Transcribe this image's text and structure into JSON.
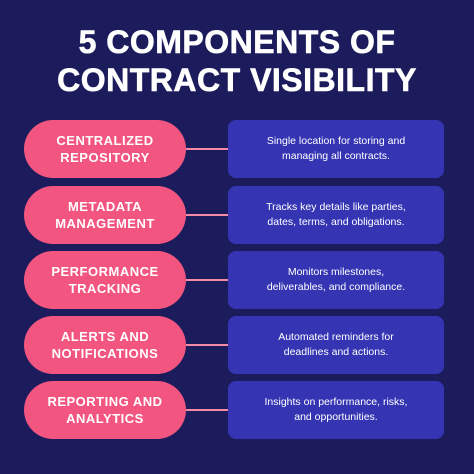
{
  "title": {
    "line1": "5 COMPONENTS OF",
    "line2": "CONTRACT VISIBILITY"
  },
  "components": [
    {
      "name": "CENTRALIZED\nREPOSITORY",
      "description": "Single location for storing and\nmanaging all contracts."
    },
    {
      "name": "METADATA\nMANAGEMENT",
      "description": "Tracks key details like parties,\ndates, terms, and obligations."
    },
    {
      "name": "PERFORMANCE\nTRACKING",
      "description": "Monitors milestones,\ndeliverables, and compliance."
    },
    {
      "name": "ALERTS AND\nNOTIFICATIONS",
      "description": "Automated reminders for\ndeadlines and actions."
    },
    {
      "name": "REPORTING AND\nANALYTICS",
      "description": "Insights on performance, risks,\nand opportunities."
    }
  ],
  "colors": {
    "background": "#1c1c5c",
    "pill": "#f2557f",
    "card": "#3535b4",
    "connector": "#f58aa6"
  }
}
